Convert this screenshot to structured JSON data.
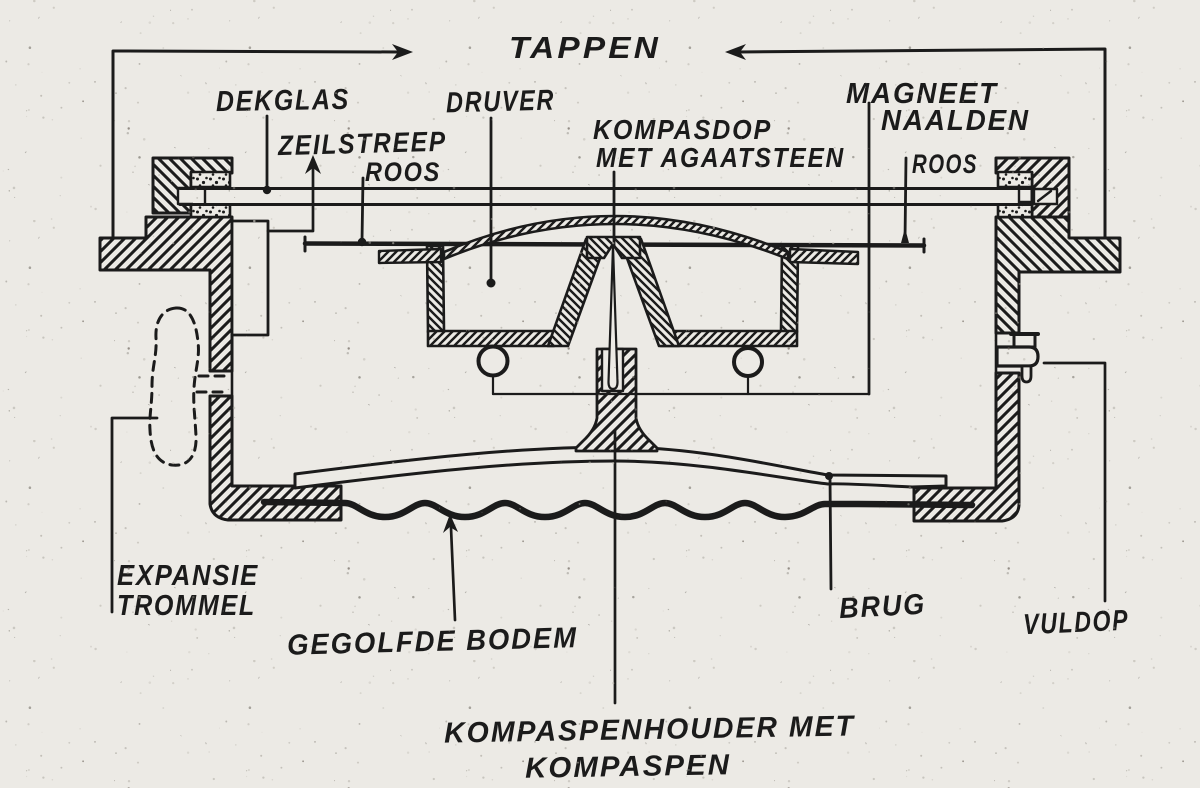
{
  "figure": {
    "type": "technical-cross-section-diagram",
    "subject": "ship compass cross-section (Dutch labels)",
    "colors": {
      "paper": "#eceae5",
      "ink": "#1b1b1b"
    },
    "labels": {
      "tappen": "TAPPEN",
      "dekglas": "DEKGLAS",
      "zeilstreep": "ZEILSTREEP",
      "roos_left": "ROOS",
      "druver": "DRUVER",
      "kompasdop_line1": "KOMPASDOP",
      "kompasdop_line2": "MET AGAATSTEEN",
      "magneet_line1": "MAGNEET",
      "magneet_line2": "NAALDEN",
      "roos_right": "ROOS",
      "expansie_line1": "EXPANSIE",
      "expansie_line2": "TROMMEL",
      "gegolfde_bodem": "GEGOLFDE BODEM",
      "brug": "BRUG",
      "vuldop": "VULDOP",
      "kompaspenhouder_line1": "KOMPASPENHOUDER MET",
      "kompaspenhouder_line2": "KOMPASPEN"
    }
  }
}
